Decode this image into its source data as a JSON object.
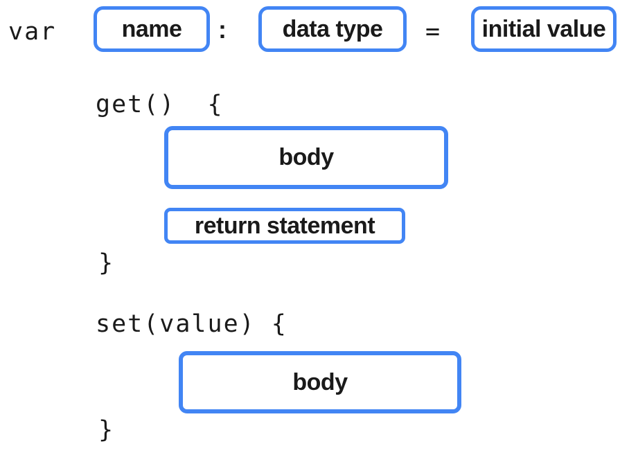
{
  "colors": {
    "accent": "#4285F4",
    "text": "#1A1A1A"
  },
  "declaration": {
    "keyword": "var",
    "name_placeholder": "name",
    "colon": ":",
    "type_placeholder": "data type",
    "equals": "=",
    "initial_value_placeholder": "initial value"
  },
  "getter": {
    "open": "get()  {",
    "body_placeholder": "body",
    "return_placeholder": "return statement",
    "close": "}"
  },
  "setter": {
    "open": "set(value) {",
    "body_placeholder": "body",
    "close": "}"
  }
}
